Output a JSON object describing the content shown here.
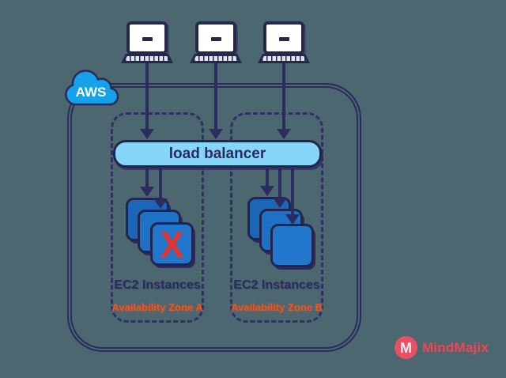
{
  "canvas": {
    "background": "#4c6770"
  },
  "colors": {
    "outline_navy": "#2b2c5e",
    "cloud_blue": "#14a3ea",
    "load_balancer_fill": "#85d6f8",
    "ec2_blue": "#1f71c6",
    "failed_red": "#e6352c",
    "zone_label_orange": "#f4521c",
    "brand_pink": "#eb5062"
  },
  "cloud": {
    "label": "AWS"
  },
  "clients": {
    "count": 3
  },
  "load_balancer": {
    "label": "load balancer"
  },
  "zones": [
    {
      "instances_label": "EC2 Instances",
      "zone_label": "Availability Zone A",
      "instance_count": 3,
      "failed_instance_count": 1,
      "arrows_from_load_balancer": 2
    },
    {
      "instances_label": "EC2 Instances",
      "zone_label": "Availability Zone B",
      "instance_count": 3,
      "failed_instance_count": 0,
      "arrows_from_load_balancer": 3
    }
  ],
  "failed_mark": "X",
  "brand": {
    "monogram": "M",
    "name": "MindMajix"
  }
}
